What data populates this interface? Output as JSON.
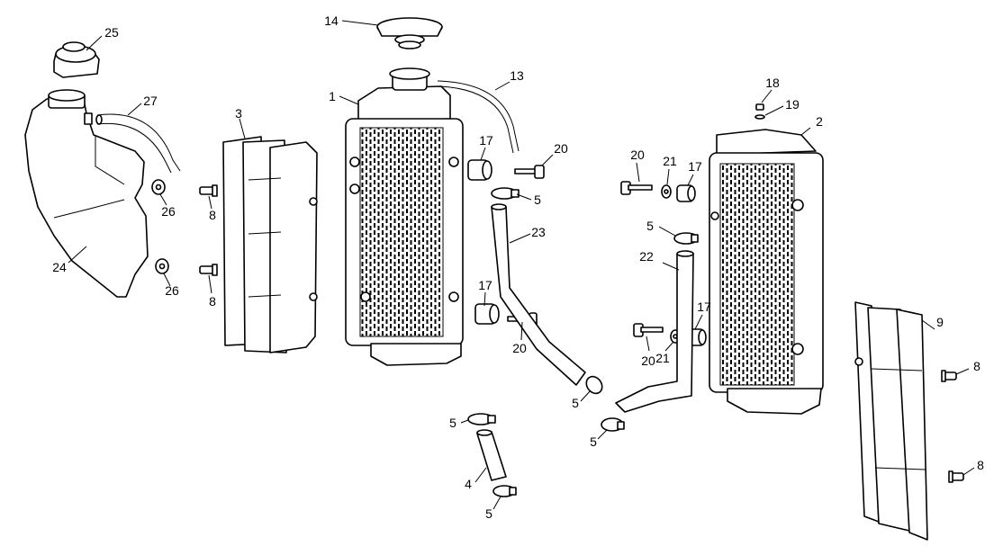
{
  "callouts": [
    {
      "id": "c1",
      "text": "1"
    },
    {
      "id": "c2",
      "text": "2"
    },
    {
      "id": "c3",
      "text": "3"
    },
    {
      "id": "c4",
      "text": "4"
    },
    {
      "id": "c5a",
      "text": "5"
    },
    {
      "id": "c5b",
      "text": "5"
    },
    {
      "id": "c5c",
      "text": "5"
    },
    {
      "id": "c5d",
      "text": "5"
    },
    {
      "id": "c5e",
      "text": "5"
    },
    {
      "id": "c5f",
      "text": "5"
    },
    {
      "id": "c8a",
      "text": "8"
    },
    {
      "id": "c8b",
      "text": "8"
    },
    {
      "id": "c8c",
      "text": "8"
    },
    {
      "id": "c8d",
      "text": "8"
    },
    {
      "id": "c9",
      "text": "9"
    },
    {
      "id": "c13",
      "text": "13"
    },
    {
      "id": "c14",
      "text": "14"
    },
    {
      "id": "c17a",
      "text": "17"
    },
    {
      "id": "c17b",
      "text": "17"
    },
    {
      "id": "c17c",
      "text": "17"
    },
    {
      "id": "c17d",
      "text": "17"
    },
    {
      "id": "c18",
      "text": "18"
    },
    {
      "id": "c19",
      "text": "19"
    },
    {
      "id": "c20a",
      "text": "20"
    },
    {
      "id": "c20b",
      "text": "20"
    },
    {
      "id": "c20c",
      "text": "20"
    },
    {
      "id": "c20d",
      "text": "20"
    },
    {
      "id": "c21a",
      "text": "21"
    },
    {
      "id": "c21b",
      "text": "21"
    },
    {
      "id": "c22",
      "text": "22"
    },
    {
      "id": "c23",
      "text": "23"
    },
    {
      "id": "c24",
      "text": "24"
    },
    {
      "id": "c25",
      "text": "25"
    },
    {
      "id": "c26a",
      "text": "26"
    },
    {
      "id": "c26b",
      "text": "26"
    },
    {
      "id": "c27",
      "text": "27"
    }
  ]
}
